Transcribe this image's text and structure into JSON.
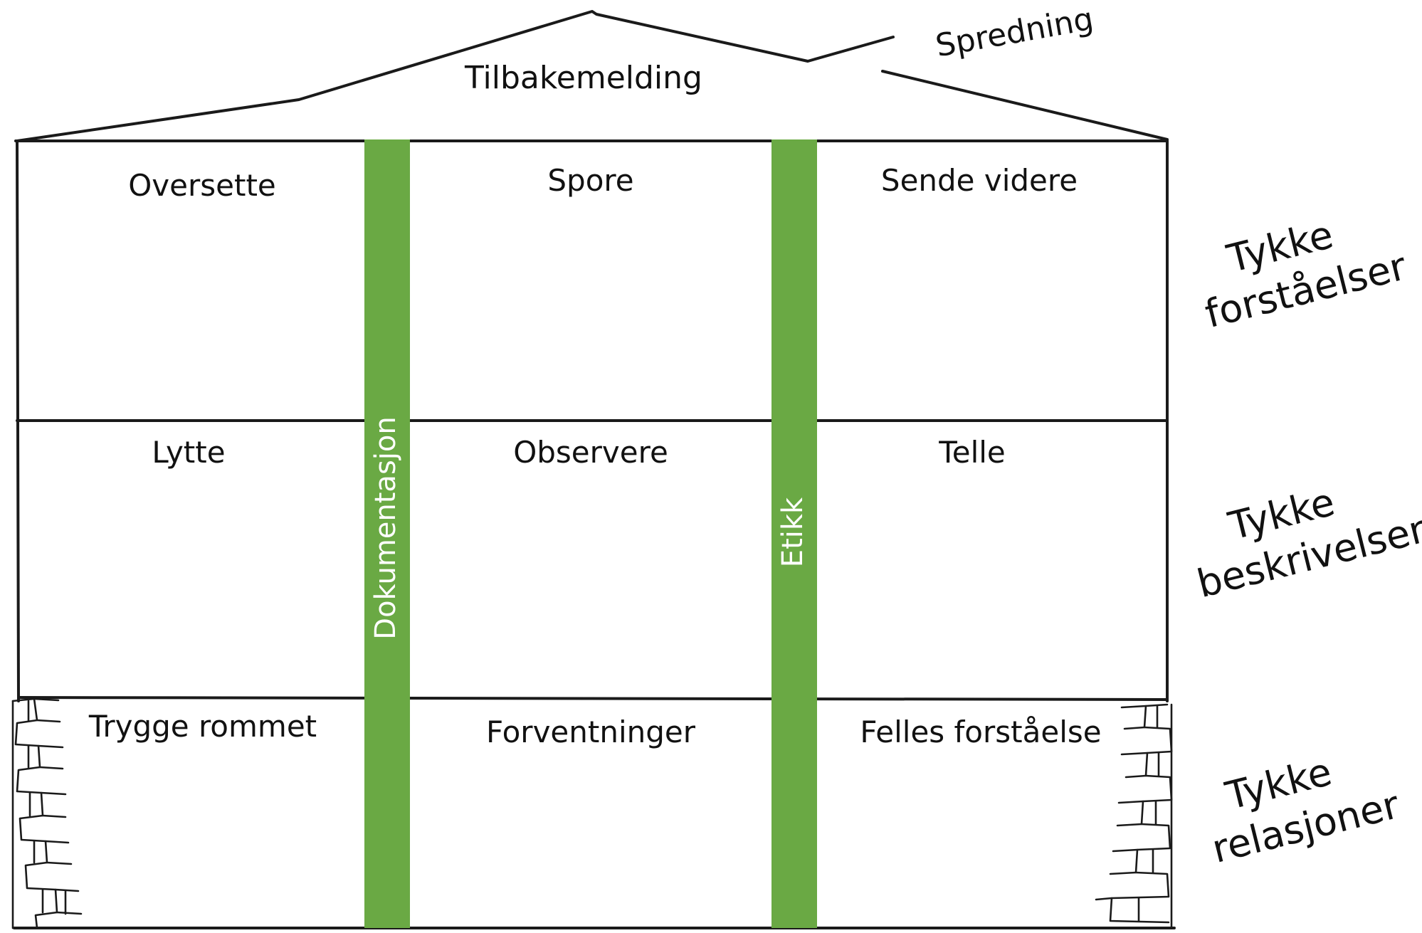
{
  "roof": {
    "label": "Tilbakemelding",
    "break_label": "Spredning"
  },
  "rows": [
    {
      "cells": [
        "Oversette",
        "Spore",
        "Sende videre"
      ],
      "side_label": [
        "Tykke",
        "forståelser"
      ]
    },
    {
      "cells": [
        "Lytte",
        "Observere",
        "Telle"
      ],
      "side_label": [
        "Tykke",
        "beskrivelser"
      ]
    },
    {
      "cells": [
        "Trygge rommet",
        "Forventninger",
        "Felles forståelse"
      ],
      "side_label": [
        "Tykke",
        "relasjoner"
      ]
    }
  ],
  "pillars": [
    {
      "label": "Dokumentasjon"
    },
    {
      "label": "Etikk"
    }
  ],
  "colors": {
    "pillar": "#6aa944",
    "line": "#1a1a1a",
    "background": "#ffffff"
  }
}
